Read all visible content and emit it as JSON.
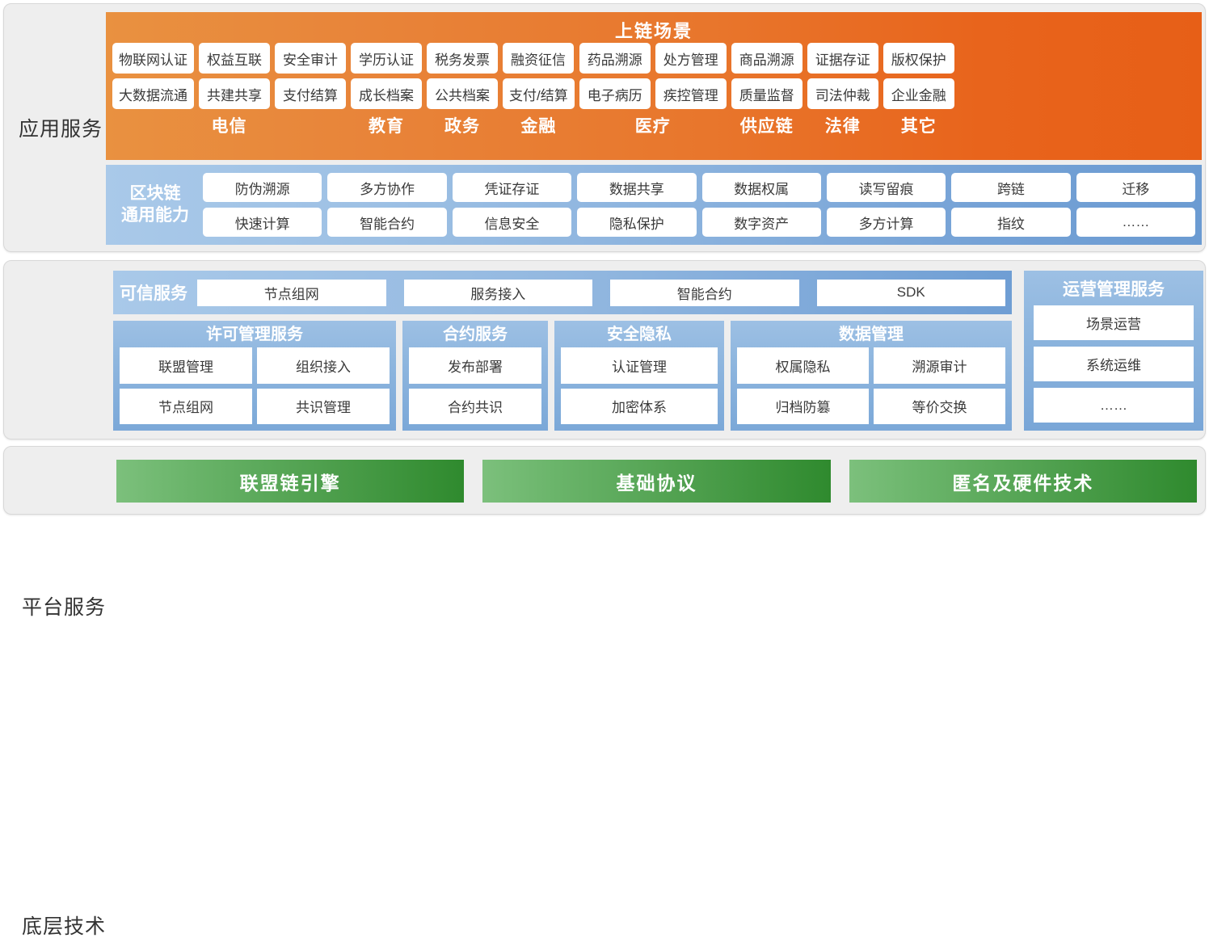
{
  "layers": {
    "application": {
      "label": "应用服务",
      "scene_title": "上链场景",
      "sectors": [
        {
          "name": "电信",
          "cards": [
            [
              "物联网认证",
              "权益互联",
              "安全审计"
            ],
            [
              "大数据流通",
              "共建共享",
              "支付结算"
            ]
          ]
        },
        {
          "name": "教育",
          "cards": [
            [
              "学历认证"
            ],
            [
              "成长档案"
            ]
          ]
        },
        {
          "name": "政务",
          "cards": [
            [
              "税务发票"
            ],
            [
              "公共档案"
            ]
          ]
        },
        {
          "name": "金融",
          "cards": [
            [
              "融资征信"
            ],
            [
              "支付/结算"
            ]
          ]
        },
        {
          "name": "医疗",
          "cards": [
            [
              "药品溯源",
              "处方管理"
            ],
            [
              "电子病历",
              "疾控管理"
            ]
          ]
        },
        {
          "name": "供应链",
          "cards": [
            [
              "商品溯源"
            ],
            [
              "质量监督"
            ]
          ]
        },
        {
          "name": "法律",
          "cards": [
            [
              "证据存证"
            ],
            [
              "司法仲裁"
            ]
          ]
        },
        {
          "name": "其它",
          "cards": [
            [
              "版权保护"
            ],
            [
              "企业金融"
            ]
          ]
        }
      ],
      "capability": {
        "label_line1": "区块链",
        "label_line2": "通用能力",
        "columns": [
          [
            "防伪溯源",
            "快速计算"
          ],
          [
            "多方协作",
            "智能合约"
          ],
          [
            "凭证存证",
            "信息安全"
          ],
          [
            "数据共享",
            "隐私保护"
          ],
          [
            "数据权属",
            "数字资产"
          ],
          [
            "读写留痕",
            "多方计算"
          ],
          [
            "跨链",
            "指纹"
          ],
          [
            "迁移",
            "……"
          ]
        ]
      }
    },
    "platform": {
      "label": "平台服务",
      "trusted": {
        "label": "可信服务",
        "items": [
          "节点组网",
          "服务接入",
          "智能合约",
          "SDK"
        ]
      },
      "services": [
        {
          "title": "许可管理服务",
          "rows": [
            [
              "联盟管理",
              "组织接入"
            ],
            [
              "节点组网",
              "共识管理"
            ]
          ]
        },
        {
          "title": "合约服务",
          "rows": [
            [
              "发布部署"
            ],
            [
              "合约共识"
            ]
          ]
        },
        {
          "title": "安全隐私",
          "rows": [
            [
              "认证管理"
            ],
            [
              "加密体系"
            ]
          ]
        },
        {
          "title": "数据管理",
          "rows": [
            [
              "权属隐私",
              "溯源审计"
            ],
            [
              "归档防篡",
              "等价交换"
            ]
          ]
        }
      ],
      "operations": {
        "title": "运营管理服务",
        "items": [
          "场景运营",
          "系统运维",
          "……"
        ]
      }
    },
    "base": {
      "label": "底层技术",
      "items": [
        "联盟链引擎",
        "基础协议",
        "匿名及硬件技术"
      ]
    }
  },
  "colors": {
    "panel_bg": "#eeeeee",
    "orange_light": "#e99140",
    "orange_dark": "#e75f17",
    "blue_light": "#a9c9e9",
    "blue_dark": "#6b9bd2",
    "green_light": "#7cc07c",
    "green_dark": "#2f8a2e",
    "card_bg": "#ffffff",
    "text_dark": "#3a3a3a"
  }
}
